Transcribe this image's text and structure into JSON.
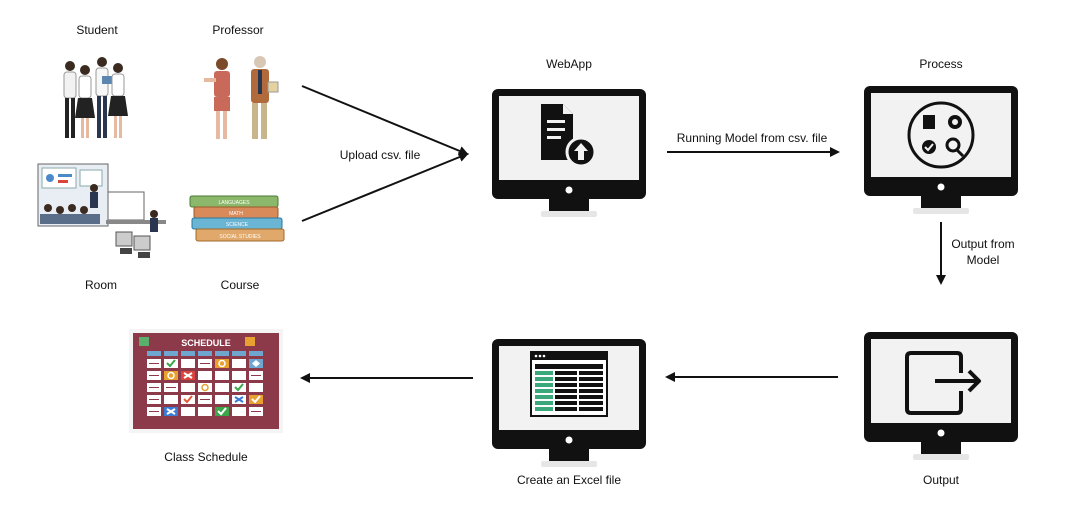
{
  "actors": {
    "student": "Student",
    "professor": "Professor",
    "room": "Room",
    "course": "Course"
  },
  "course_books": [
    "LANGUAGES",
    "MATH",
    "SCIENCE",
    "SOCIAL STUDIES"
  ],
  "schedule_title": "SCHEDULE",
  "stages": {
    "webapp": "WebApp",
    "process": "Process",
    "output": "Output",
    "create_excel": "Create an Excel file",
    "class_schedule": "Class Schedule"
  },
  "edges": {
    "upload": "Upload csv. file",
    "running_model": "Running Model from csv. file",
    "output_from_model": "Output from Model"
  },
  "colors": {
    "monitor_frame": "#111111",
    "screen": "#f2f2f2",
    "schedule_board": "#8c3a4a",
    "check": "#3aa84a",
    "cross_blue": "#3a7bd5",
    "x_red": "#d9453b"
  }
}
